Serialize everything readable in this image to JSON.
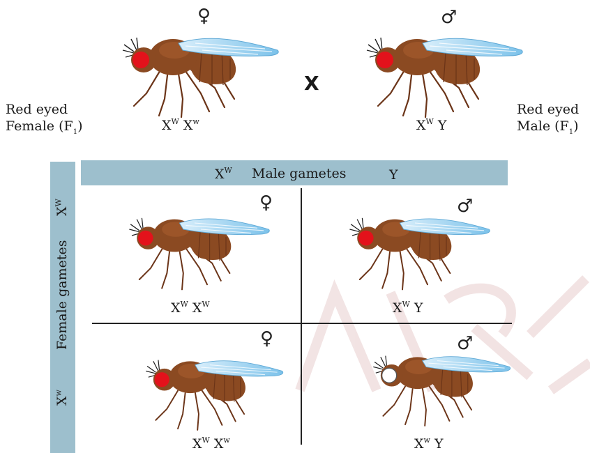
{
  "symbols": {
    "female": "♀",
    "male": "♂"
  },
  "cross_symbol": "X",
  "parents": {
    "female": {
      "label_line1": "Red eyed",
      "label_line2": "Female (F",
      "label_sub": "1",
      "label_close": ")",
      "genotype": [
        {
          "base": "X",
          "sup": "W"
        },
        {
          "base": "X",
          "sup": "w"
        }
      ]
    },
    "male": {
      "label_line1": "Red eyed",
      "label_line2": "Male (F",
      "label_sub": "1",
      "label_close": ")",
      "genotype": [
        {
          "base": "X",
          "sup": "W"
        },
        {
          "base": "Y",
          "sup": ""
        }
      ]
    }
  },
  "male_gametes": {
    "first_base": "X",
    "first_sup": "W",
    "label": "Male gametes",
    "second": "Y"
  },
  "female_gametes": {
    "label": "Female gametes",
    "first_base": "X",
    "first_sup": "W",
    "second_base": "X",
    "second_sup": "w"
  },
  "offspring": [
    {
      "sex": "female",
      "eye": "red",
      "genotype": [
        {
          "base": "X",
          "sup": "W"
        },
        {
          "base": "X",
          "sup": "W"
        }
      ]
    },
    {
      "sex": "male",
      "eye": "red",
      "genotype": [
        {
          "base": "X",
          "sup": "W"
        },
        {
          "base": "Y",
          "sup": ""
        }
      ]
    },
    {
      "sex": "female",
      "eye": "red",
      "genotype": [
        {
          "base": "X",
          "sup": "W"
        },
        {
          "base": "X",
          "sup": "w"
        }
      ]
    },
    {
      "sex": "male",
      "eye": "white",
      "genotype": [
        {
          "base": "X",
          "sup": "w"
        },
        {
          "base": "Y",
          "sup": ""
        }
      ]
    }
  ],
  "colors": {
    "body": "#8b4a22",
    "body_dark": "#6b3418",
    "wing": "#9fd2ef",
    "eye_red": "#e3121b",
    "eye_white": "#ffffff",
    "bar": "#9dbfcd",
    "watermark": "#f3e4e4"
  }
}
